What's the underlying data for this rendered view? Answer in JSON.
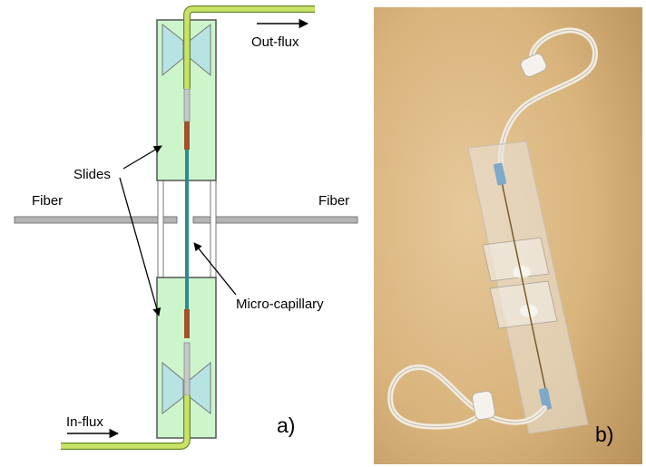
{
  "diagram": {
    "labels": {
      "out_flux": "Out-flux",
      "in_flux": "In-flux",
      "slides": "Slides",
      "fiber_left": "Fiber",
      "fiber_right": "Fiber",
      "micro_capillary": "Micro-capillary",
      "panel": "a)"
    },
    "colors": {
      "slide_fill": "#ccf5cc",
      "slide_stroke": "#555555",
      "clamp_fill": "#b7e3e3",
      "tube": "#c9e36a",
      "capillary": "#2e8b8b",
      "seal": "#a0522d",
      "fiber": "#b4b4b4"
    }
  },
  "photo": {
    "label": "b)",
    "colors": {
      "background": "#d4b07a",
      "tubing": "#ece6d8",
      "glass": "#e9e4dc"
    }
  }
}
